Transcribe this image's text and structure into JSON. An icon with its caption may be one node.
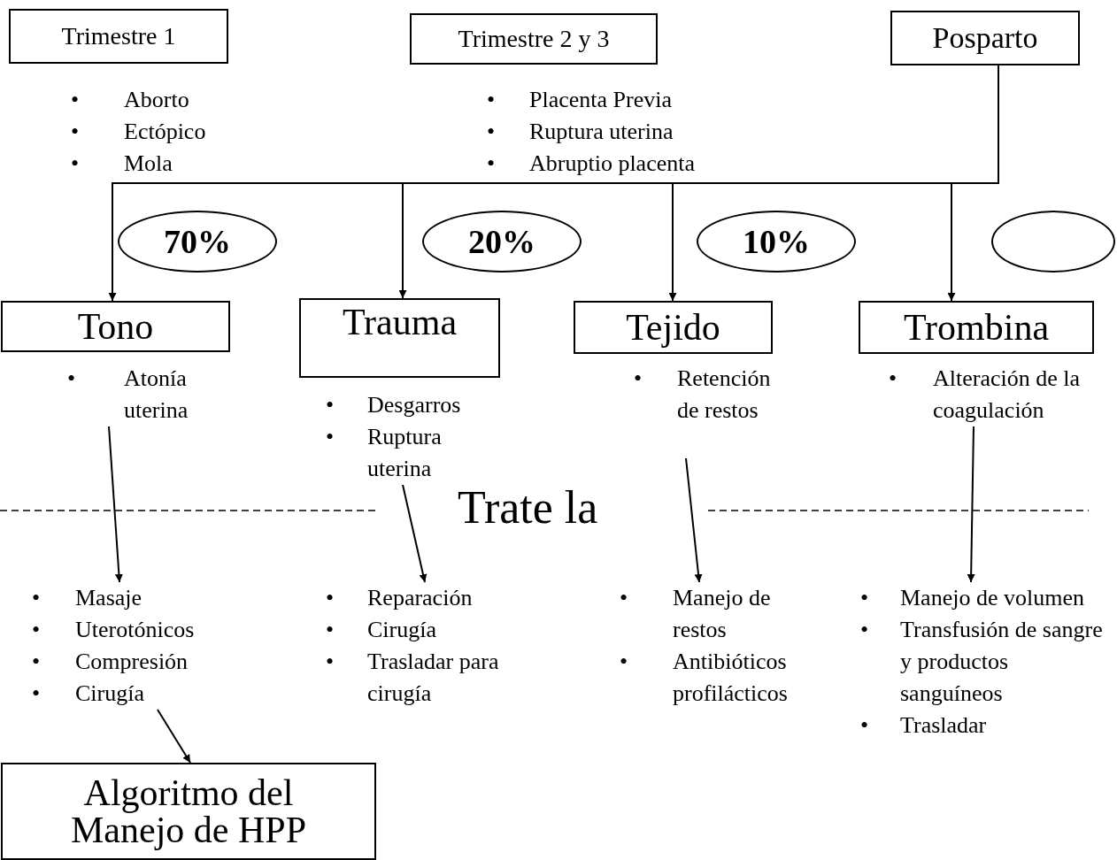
{
  "diagram": {
    "nodes": [
      {
        "text": [
          "Trimestre 1"
        ]
      },
      {
        "text": [
          "Trimestre 2 y 3"
        ]
      },
      {
        "text": [
          "Posparto"
        ]
      },
      {
        "text": [
          "70%"
        ]
      },
      {
        "text": [
          "20%"
        ]
      },
      {
        "text": [
          "10%"
        ]
      },
      {
        "text": [],
        "shape": "ellipse"
      },
      {
        "text": [
          "Tono"
        ]
      },
      {
        "text": [
          "Trauma"
        ]
      },
      {
        "text": [
          "Tejido"
        ]
      },
      {
        "text": [
          "Trombina"
        ]
      },
      {
        "text": [
          "•",
          "Atonía uterina"
        ]
      },
      {
        "text": [
          "•",
          "Desgarros",
          "•",
          "Ruptura uterina"
        ]
      },
      {
        "text": [
          "•",
          "Retención de restos"
        ]
      },
      {
        "text": [
          "•",
          "Alteración de la coagulación"
        ]
      },
      {
        "text": [
          "•",
          "Masaje",
          "•",
          "Uterotónicos",
          "•",
          "Compresión",
          "•",
          "Cirugía"
        ]
      },
      {
        "text": [
          "•",
          "Reparación",
          "•",
          "Cirugía",
          "•",
          "Trasladar para cirugía"
        ]
      },
      {
        "text": [
          "•",
          "Manejo de restos",
          "•",
          "Antibióticos profilácticos"
        ]
      },
      {
        "text": [
          "•",
          "Manejo de volumen",
          "•",
          "Transfusión de sangre y productos sanguíneos",
          "•",
          "Trasladar"
        ]
      },
      {
        "text": [
          "Algoritmo del Manejo de HPP"
        ]
      }
    ],
    "edges": [
      {
        "from": 2,
        "to": 7,
        "arrow": "to"
      },
      {
        "from": 2,
        "to": 8,
        "arrow": "to"
      },
      {
        "from": 2,
        "to": 9,
        "arrow": "to"
      },
      {
        "from": 2,
        "to": 10,
        "arrow": "to"
      },
      {
        "from": 11,
        "to": 15,
        "arrow": "to"
      },
      {
        "from": 12,
        "to": 16,
        "arrow": "to"
      },
      {
        "from": 13,
        "to": 17,
        "arrow": "to"
      },
      {
        "from": 14,
        "to": 18,
        "arrow": "to"
      },
      {
        "from": 15,
        "to": 19,
        "arrow": "to"
      }
    ],
    "labels": [
      "•",
      "Aborto",
      "•",
      "Ectópico",
      "•",
      "Mola",
      "•",
      "Placenta Previa",
      "•",
      "Ruptura uterina",
      "•",
      "Abruptio placenta",
      "Trate la"
    ]
  }
}
